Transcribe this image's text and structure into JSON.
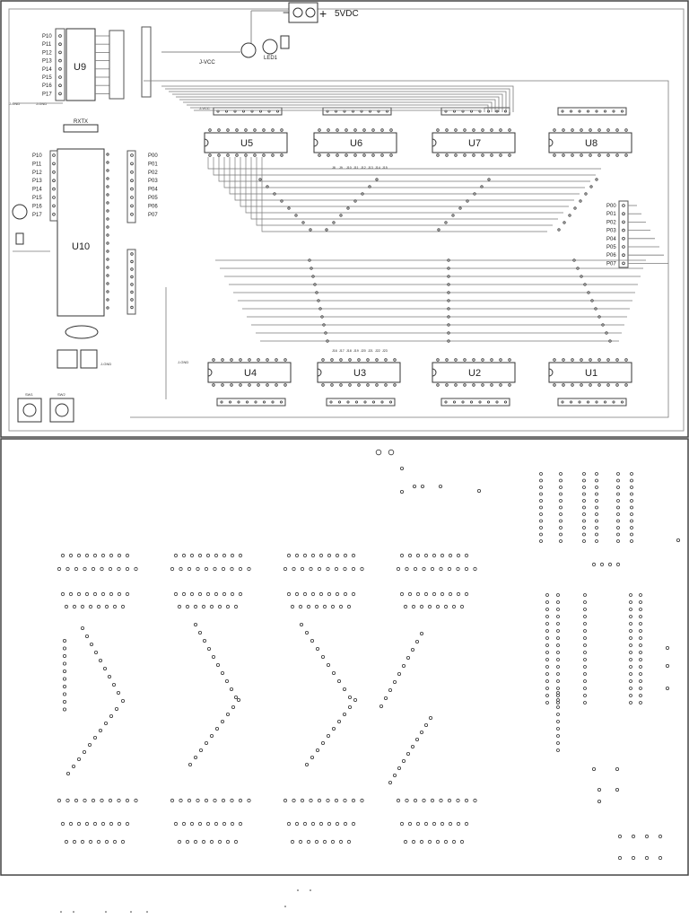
{
  "power": {
    "label": "5VDC",
    "minus": "−",
    "plus": "+"
  },
  "nets": {
    "vcc": "J-VCC",
    "gnd": "J-GND",
    "serial": "RXTX"
  },
  "chips": {
    "upper": [
      "U5",
      "U6",
      "U7",
      "U8"
    ],
    "lower": [
      "U4",
      "U3",
      "U2",
      "U1"
    ],
    "u9": "U9",
    "u10": "U10"
  },
  "ports": {
    "p1": [
      "P10",
      "P11",
      "P12",
      "P13",
      "P14",
      "P15",
      "P16",
      "P17"
    ],
    "p0": [
      "P00",
      "P01",
      "P02",
      "P03",
      "P04",
      "P05",
      "P06",
      "P07"
    ]
  },
  "parts": {
    "led": "LED1",
    "reset_switch": "SW1",
    "user_switch": "SW2"
  },
  "jumpers": {
    "upper_rows": [
      "J8",
      "J9",
      "J10",
      "J11",
      "J12",
      "J13",
      "J14",
      "J15"
    ],
    "lower_rows": [
      "J16",
      "J17",
      "J18",
      "J19",
      "J20",
      "J21",
      "J22",
      "J23"
    ]
  },
  "colors": {
    "trace": "#7a7a7a",
    "pad": "#333333",
    "ink": "#222222"
  }
}
